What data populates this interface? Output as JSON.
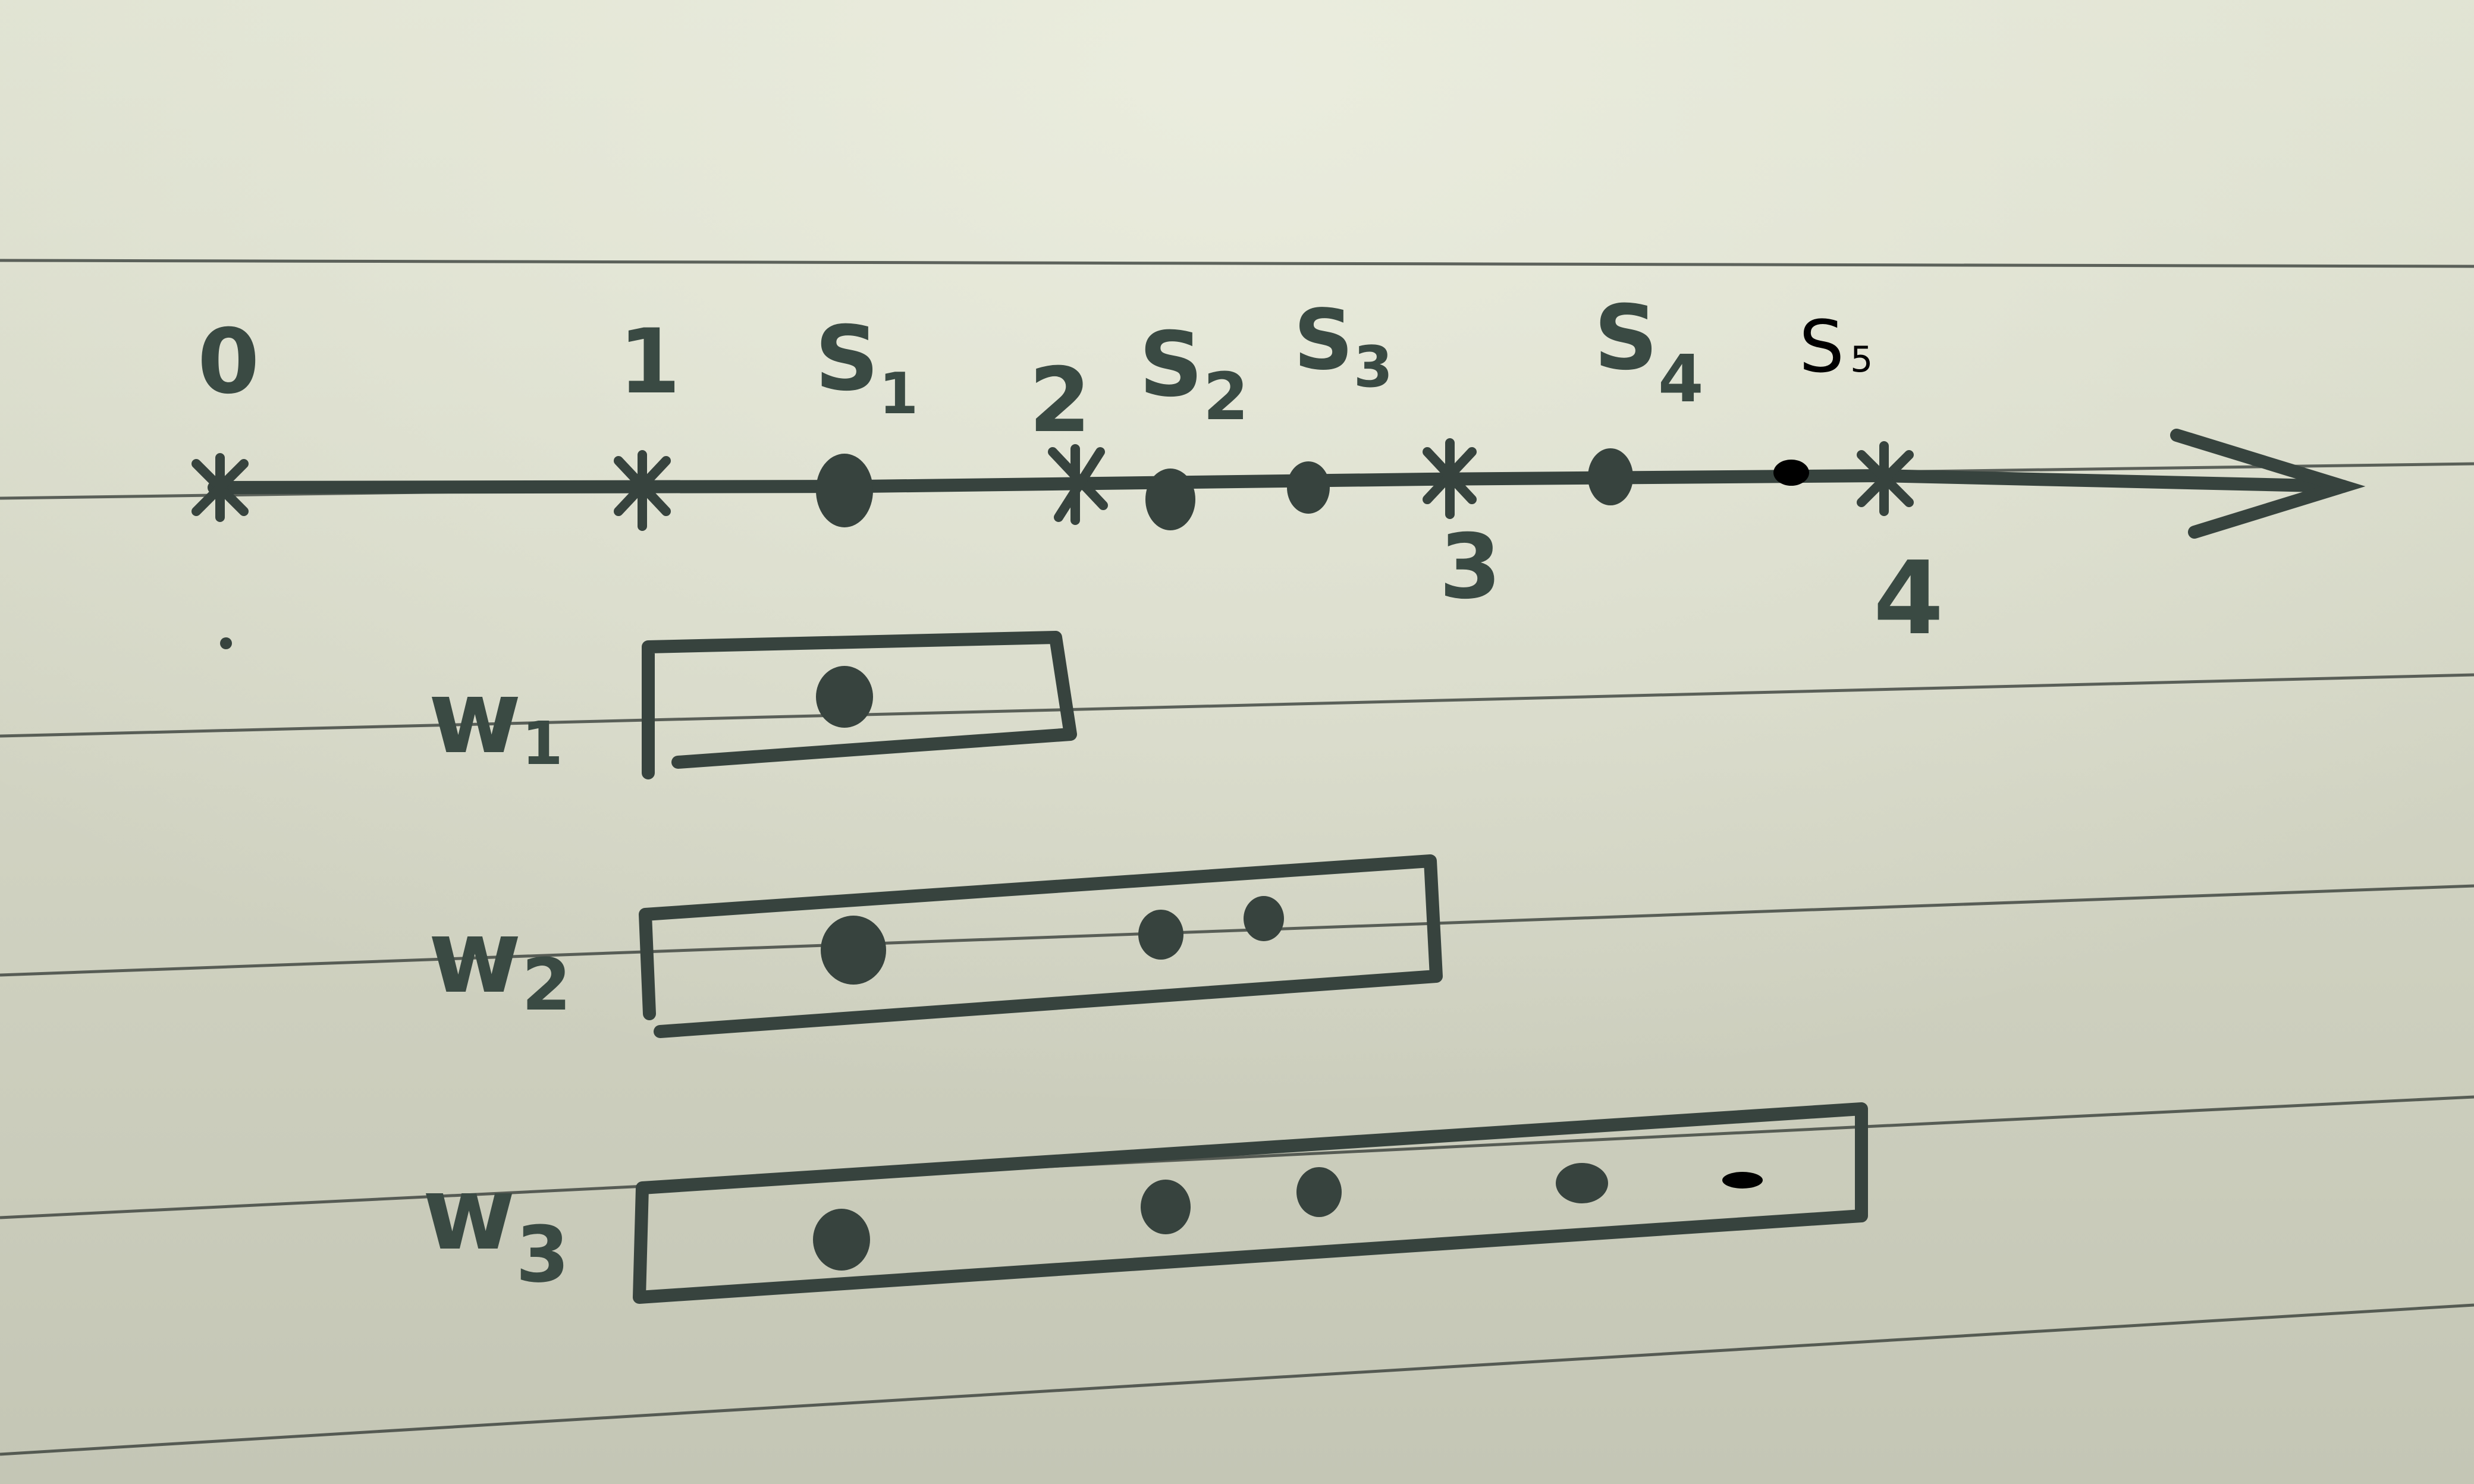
{
  "colors": {
    "paper_top": "#d9dccb",
    "paper_bottom": "#c7c9b8",
    "ruled_line": "#2f3631",
    "ink": "#37433e",
    "printed_ink": "#000000"
  },
  "timeline": {
    "tick_labels": [
      "0",
      "1",
      "2",
      "3",
      "4"
    ],
    "event_labels": [
      {
        "base": "S",
        "sub": "1"
      },
      {
        "base": "S",
        "sub": "2"
      },
      {
        "base": "S",
        "sub": "3"
      },
      {
        "base": "S",
        "sub": "4"
      },
      {
        "base": "S",
        "sub": "5"
      }
    ]
  },
  "windows": [
    {
      "label": {
        "base": "w",
        "sub": "1"
      },
      "dot_count": 1
    },
    {
      "label": {
        "base": "w",
        "sub": "2"
      },
      "dot_count": 3
    },
    {
      "label": {
        "base": "w",
        "sub": "3"
      },
      "dot_count": 5
    }
  ]
}
